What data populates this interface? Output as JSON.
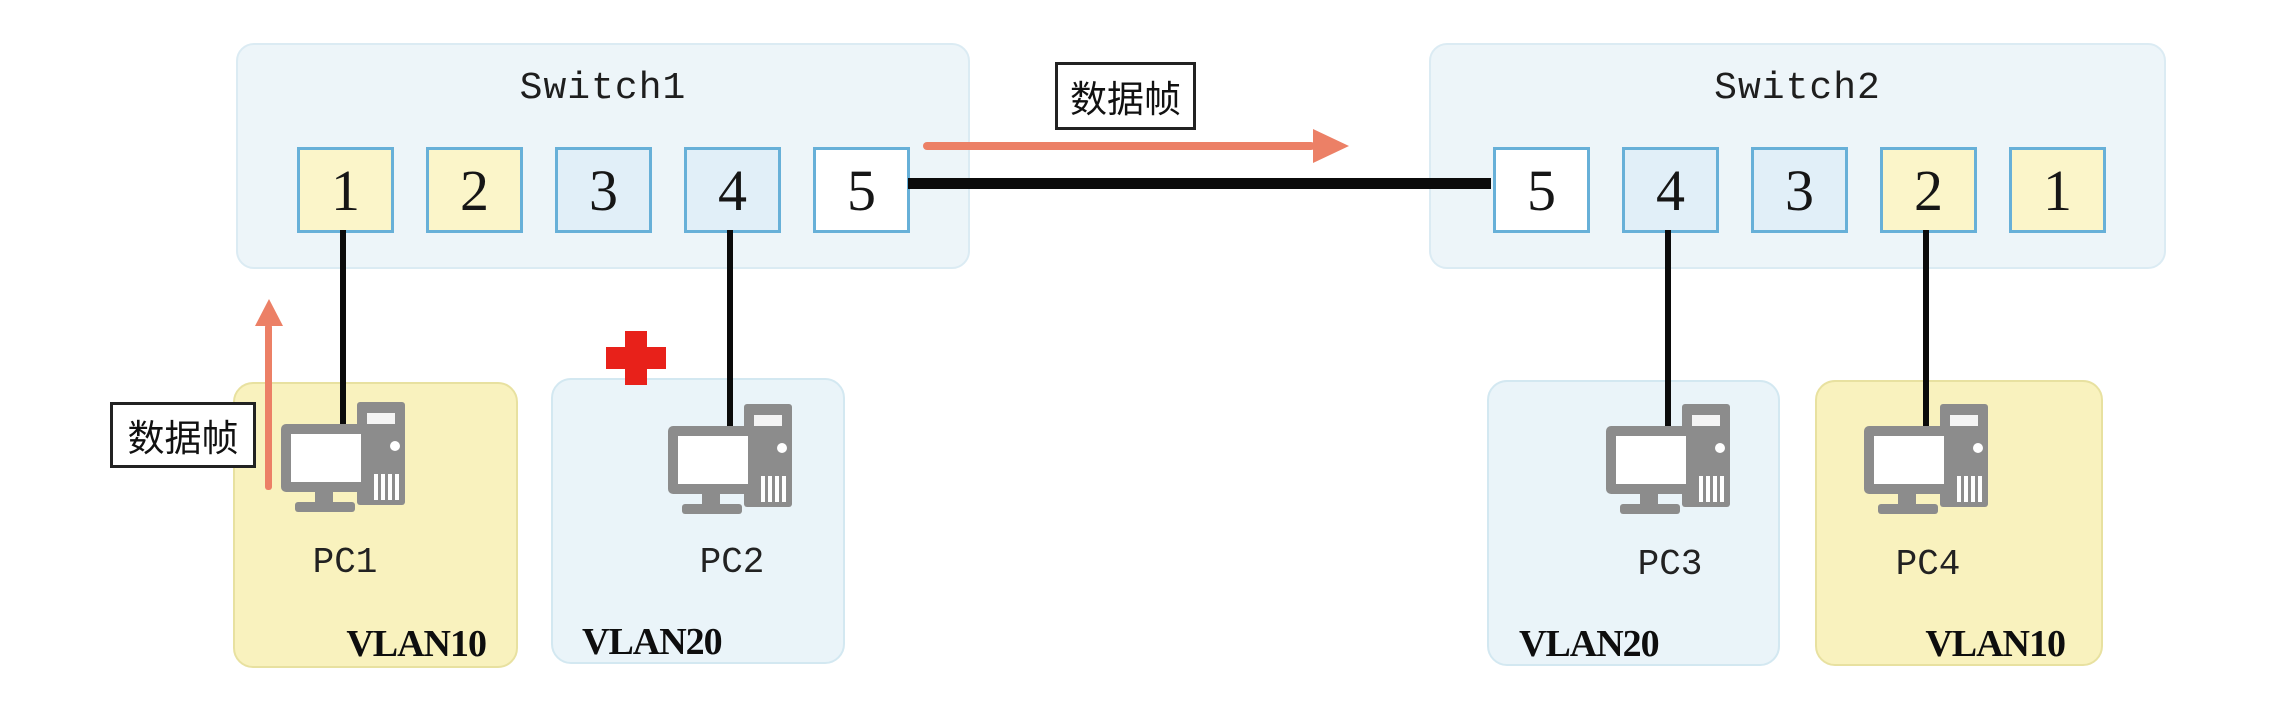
{
  "switch1": {
    "title": "Switch1",
    "ports": [
      {
        "label": "1",
        "color": "yellow"
      },
      {
        "label": "2",
        "color": "yellow"
      },
      {
        "label": "3",
        "color": "blue"
      },
      {
        "label": "4",
        "color": "blue"
      },
      {
        "label": "5",
        "color": "white"
      }
    ]
  },
  "switch2": {
    "title": "Switch2",
    "ports": [
      {
        "label": "5",
        "color": "white"
      },
      {
        "label": "4",
        "color": "blue"
      },
      {
        "label": "3",
        "color": "blue"
      },
      {
        "label": "2",
        "color": "yellow"
      },
      {
        "label": "1",
        "color": "yellow"
      }
    ]
  },
  "pcs": [
    {
      "name": "PC1",
      "vlan": "VLAN10",
      "box": "yellow"
    },
    {
      "name": "PC2",
      "vlan": "VLAN20",
      "box": "blue"
    },
    {
      "name": "PC3",
      "vlan": "VLAN20",
      "box": "blue"
    },
    {
      "name": "PC4",
      "vlan": "VLAN10",
      "box": "yellow"
    }
  ],
  "labels": {
    "frame_left": "数据帧",
    "frame_top": "数据帧"
  },
  "connections": [
    {
      "from": "Switch1.port1",
      "to": "PC1"
    },
    {
      "from": "Switch1.port4",
      "to": "PC2"
    },
    {
      "from": "Switch1.port5",
      "to": "Switch2.port5",
      "type": "trunk"
    },
    {
      "from": "Switch2.port4",
      "to": "PC3"
    },
    {
      "from": "Switch2.port2",
      "to": "PC4"
    }
  ],
  "colors": {
    "switch_box_bg": "#EDF5F9",
    "switch_box_border": "#DBEBF3",
    "port_border": "#67B0D8",
    "port_yellow": "#FBF5C9",
    "port_blue": "#E1EFF8",
    "port_white": "#FFFFFF",
    "pc_box_yellow": "#F9F2BE",
    "pc_box_blue": "#EAF4F9",
    "arrow_salmon": "#EC8066",
    "cross_red": "#E8211A",
    "line_black": "#0B0B0B",
    "pc_icon_gray": "#8C8C8C"
  }
}
